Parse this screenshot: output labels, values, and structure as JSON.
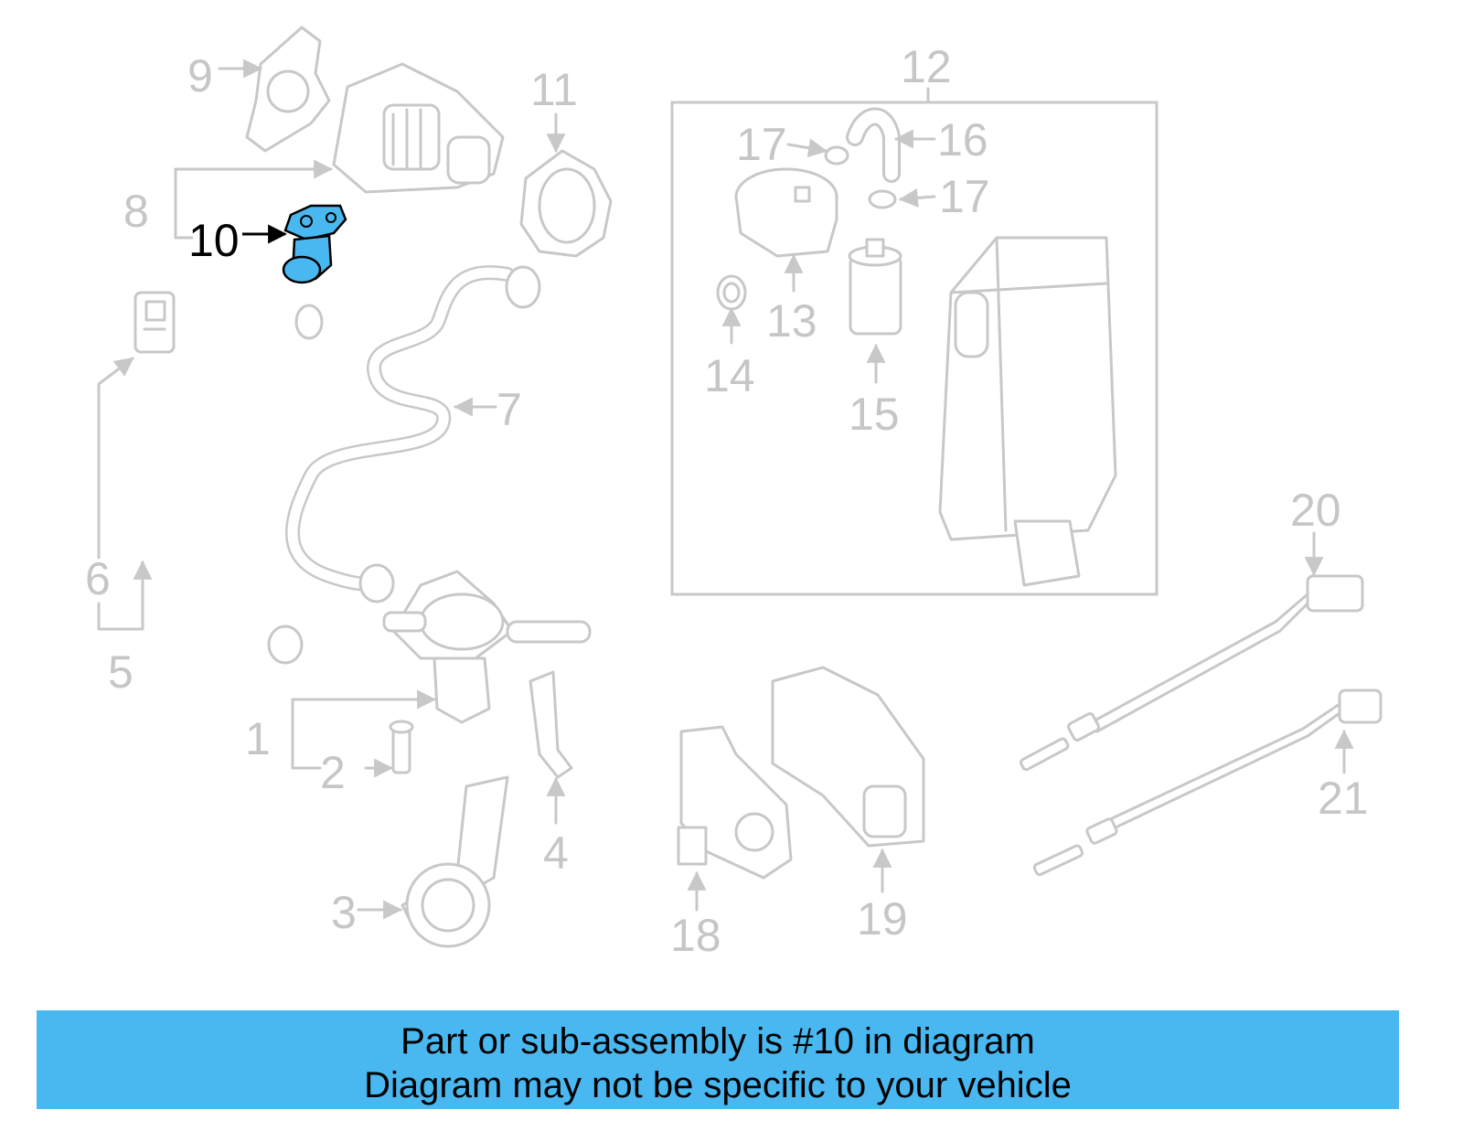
{
  "callouts": [
    "1",
    "2",
    "3",
    "4",
    "5",
    "6",
    "7",
    "8",
    "9",
    "10",
    "11",
    "12",
    "13",
    "14",
    "15",
    "16",
    "17",
    "17",
    "18",
    "19",
    "20",
    "21"
  ],
  "highlight_callout": "10",
  "banner": {
    "line1": "Part or sub-assembly is #10 in diagram",
    "line2": "Diagram may not be specific to your vehicle"
  },
  "colors": {
    "banner": "#4ab8f0",
    "highlight_part": "#4ab8f0",
    "line_art": "#c8c8c8",
    "callout_text": "#c6c6c6"
  }
}
